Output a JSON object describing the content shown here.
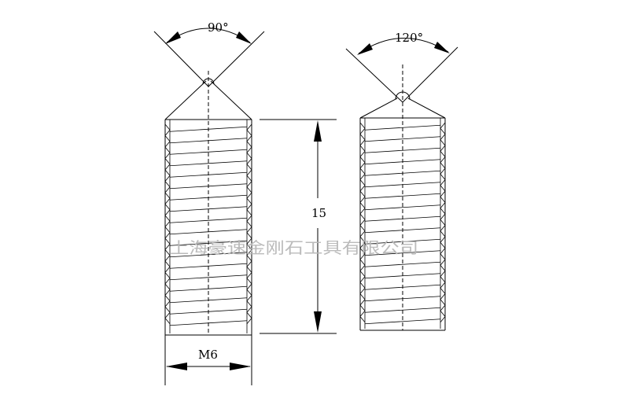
{
  "labels": {
    "left_angle": "90°",
    "right_angle": "120°",
    "length": "15",
    "diameter": "M6"
  },
  "watermark": "上海豪速金刚石工具有限公司",
  "colors": {
    "line": "#000000",
    "watermark": "#b8b8b8",
    "background": "#ffffff"
  }
}
